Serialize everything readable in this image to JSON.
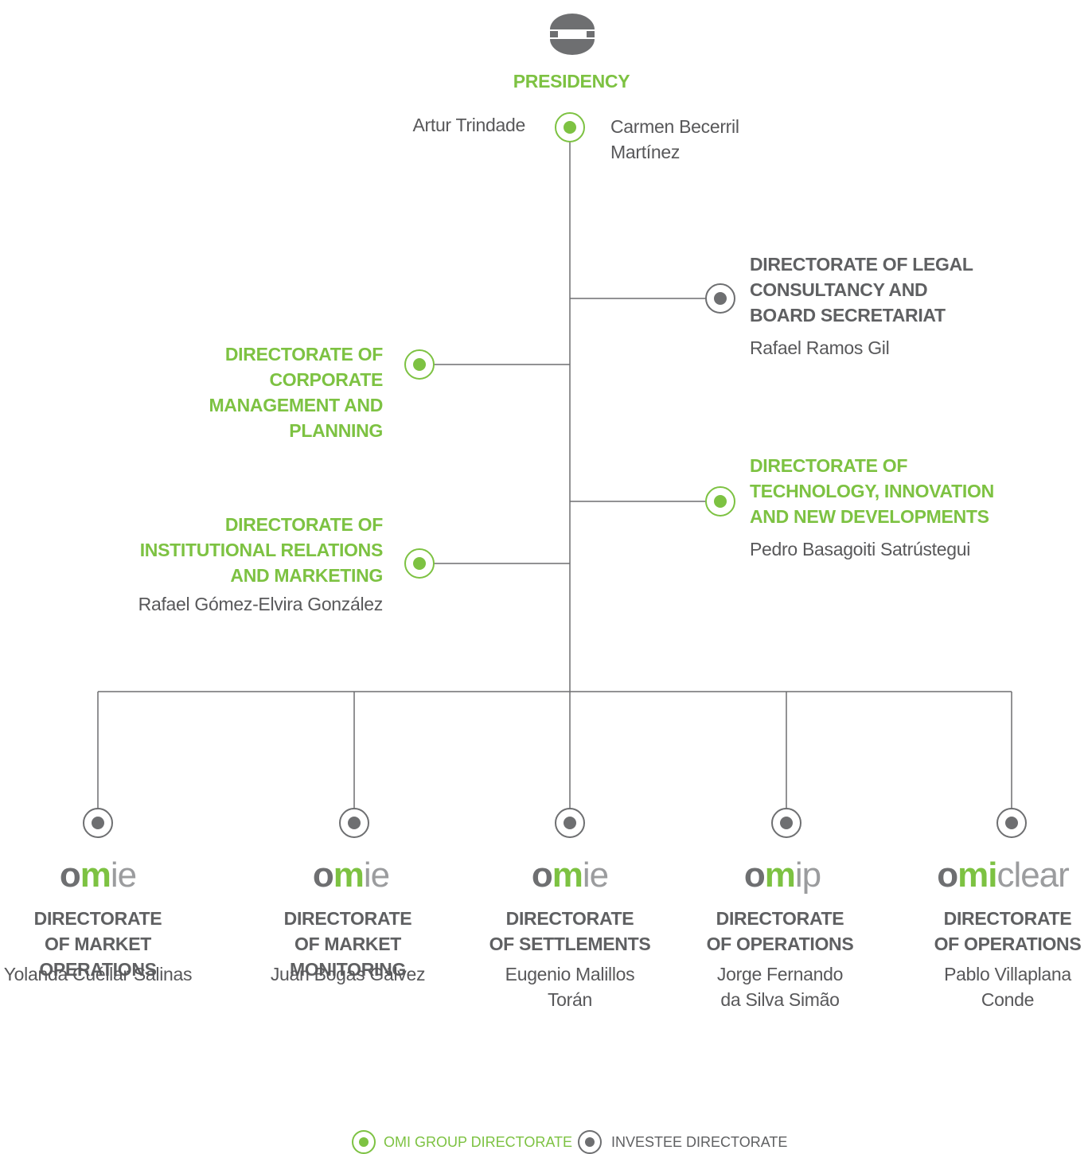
{
  "colors": {
    "omi_group": "#7dc242",
    "investee": "#6e6f71",
    "line": "#6e6f71"
  },
  "presidency": {
    "title": "PRESIDENCY",
    "left_person": "Artur Trindade",
    "right_person": "Carmen Becerril\nMartínez",
    "logo_icon": "omi-logo-icon"
  },
  "branches": [
    {
      "id": "legal",
      "title": "DIRECTORATE OF LEGAL\nCONSULTANCY AND\nBOARD SECRETARIAT",
      "person": "Rafael Ramos Gil",
      "type": "investee"
    },
    {
      "id": "corporate",
      "title": "DIRECTORATE OF CORPORATE\nMANAGEMENT AND PLANNING",
      "person": "",
      "type": "omi_group"
    },
    {
      "id": "technology",
      "title": "DIRECTORATE OF\nTECHNOLOGY, INNOVATION\nAND NEW DEVELOPMENTS",
      "person": "Pedro Basagoiti Satrústegui",
      "type": "omi_group"
    },
    {
      "id": "institutional",
      "title": "DIRECTORATE OF\nINSTITUTIONAL RELATIONS\nAND MARKETING",
      "person": "Rafael Gómez-Elvira González",
      "type": "omi_group"
    }
  ],
  "bottom": [
    {
      "logo_prefix": "o",
      "logo_mid": "m",
      "logo_suffix": "ie",
      "title": "DIRECTORATE\nOF MARKET OPERATIONS",
      "person": "Yolanda Cuéllar Salinas"
    },
    {
      "logo_prefix": "o",
      "logo_mid": "m",
      "logo_suffix": "ie",
      "title": "DIRECTORATE\nOF MARKET MONITORING",
      "person": "Juan Bogas Gálvez"
    },
    {
      "logo_prefix": "o",
      "logo_mid": "m",
      "logo_suffix": "ie",
      "title": "DIRECTORATE\nOF SETTLEMENTS",
      "person": "Eugenio Malillos\nTorán"
    },
    {
      "logo_prefix": "o",
      "logo_mid": "m",
      "logo_suffix": "ip",
      "title": "DIRECTORATE\nOF OPERATIONS",
      "person": "Jorge Fernando\nda Silva Simão"
    },
    {
      "logo_prefix": "o",
      "logo_mid": "mi",
      "logo_suffix": "clear",
      "title": "DIRECTORATE\nOF OPERATIONS",
      "person": "Pablo Villaplana\nConde"
    }
  ],
  "legend": {
    "omi_group_label": "OMI GROUP DIRECTORATE",
    "investee_label": "INVESTEE DIRECTORATE"
  }
}
